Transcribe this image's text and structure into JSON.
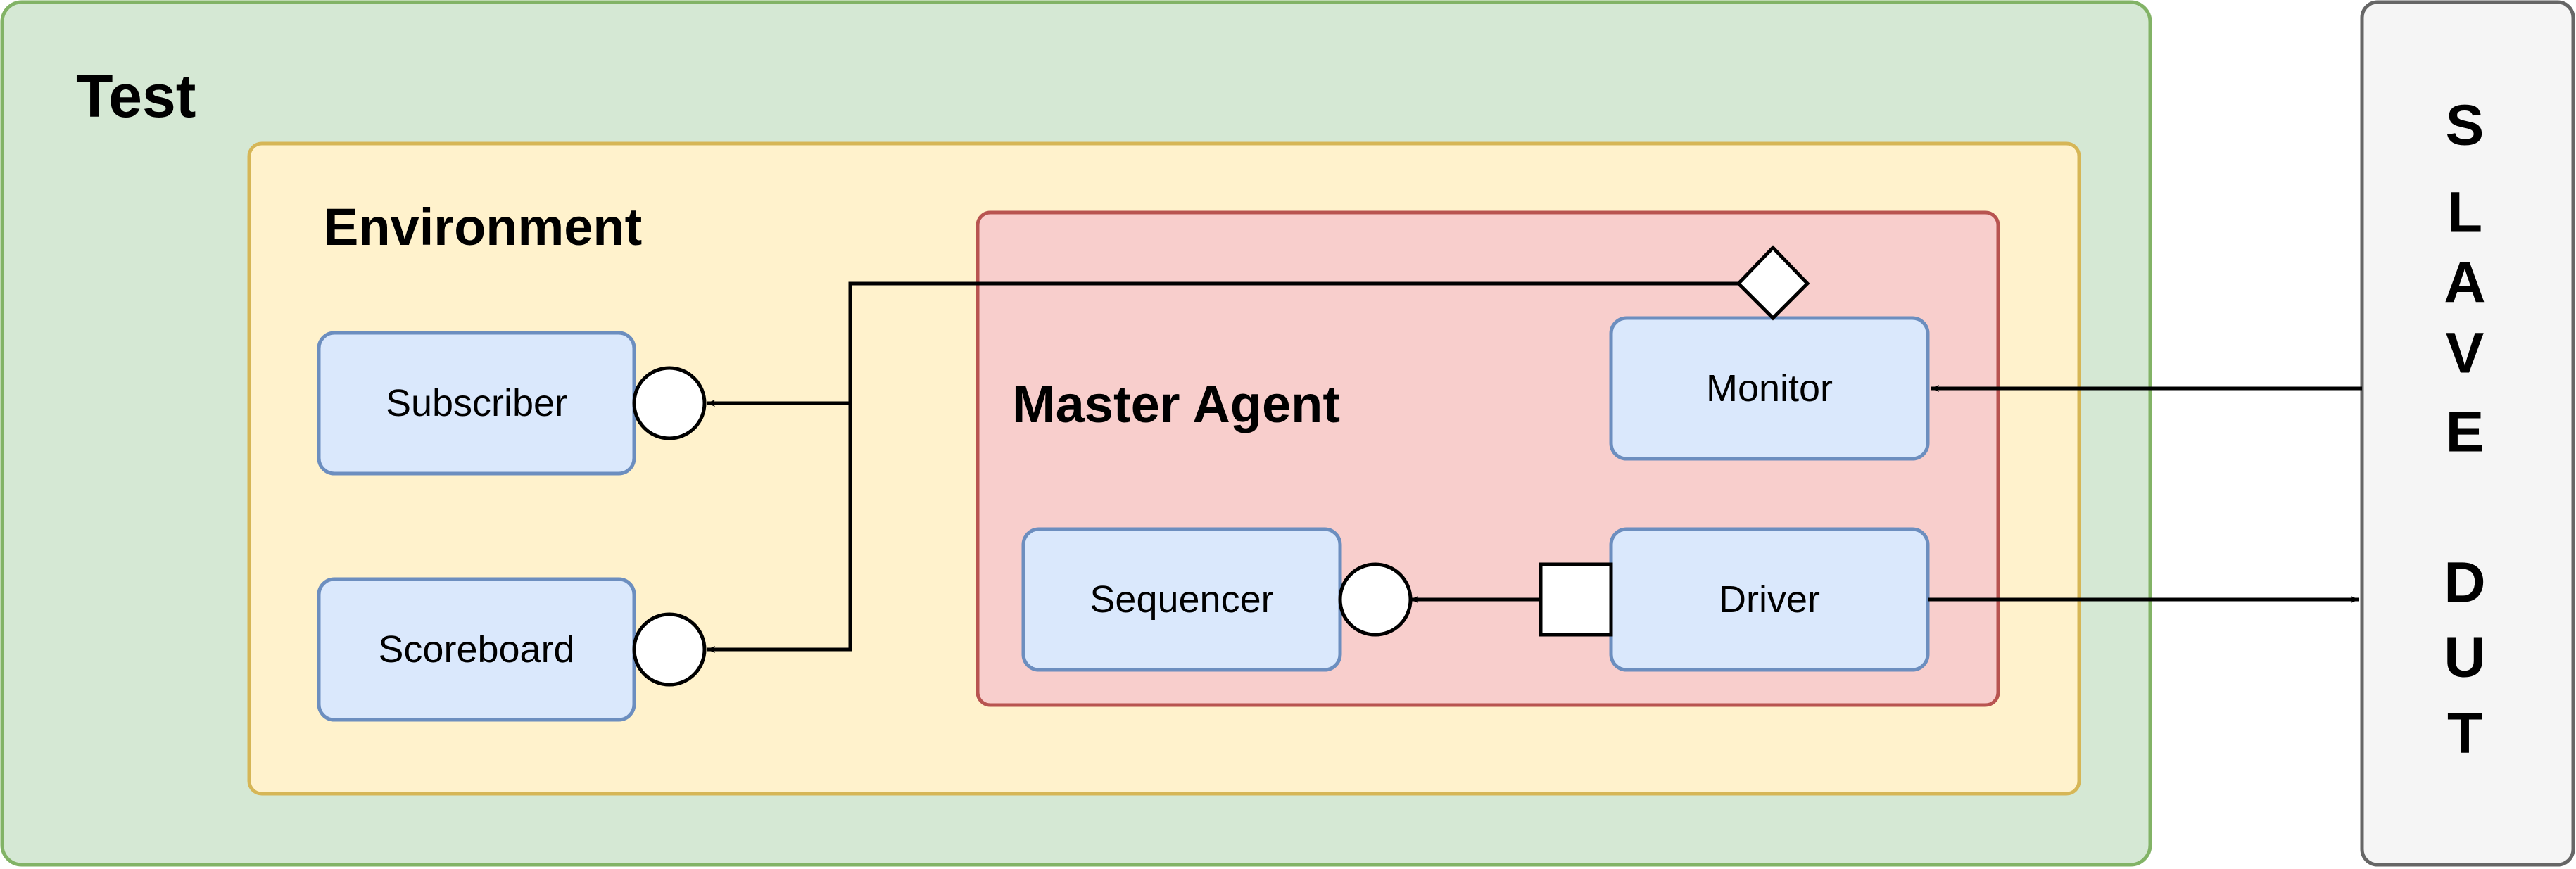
{
  "test": {
    "title": "Test",
    "fill": "#d5e8d4",
    "stroke": "#82b366"
  },
  "environment": {
    "title": "Environment",
    "fill": "#fff2cc",
    "stroke": "#d6b656"
  },
  "master_agent": {
    "title": "Master Agent",
    "fill": "#f8cecc",
    "stroke": "#b85450"
  },
  "components": {
    "subscriber": "Subscriber",
    "scoreboard": "Scoreboard",
    "monitor": "Monitor",
    "sequencer": "Sequencer",
    "driver": "Driver",
    "fill": "#dae8fc",
    "stroke": "#6c8ebf"
  },
  "dut": {
    "letters": [
      "S",
      "L",
      "A",
      "V",
      "E",
      "D",
      "U",
      "T"
    ],
    "fill": "#f5f5f5",
    "stroke": "#666666"
  }
}
